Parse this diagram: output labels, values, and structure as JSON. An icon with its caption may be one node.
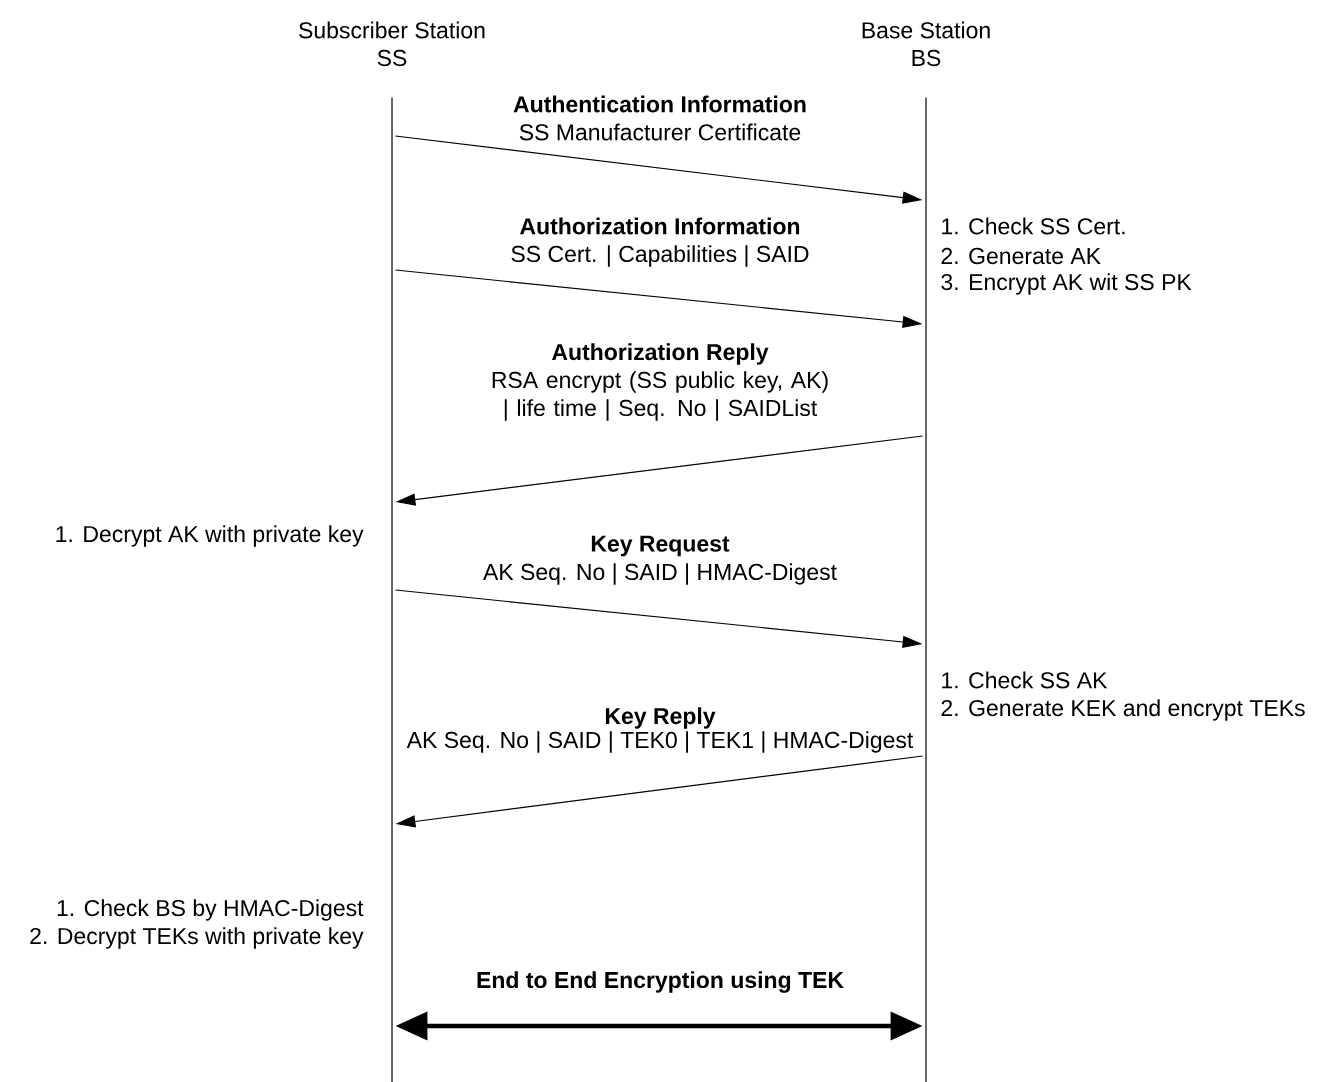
{
  "diagram": {
    "nodes": [
      {
        "text": [
          "Subscriber Station",
          "SS"
        ]
      },
      {
        "text": [
          "Base Station",
          "BS"
        ]
      }
    ],
    "edges": [
      {
        "from": 0,
        "to": 1,
        "arrow": "to",
        "label": "Authentication Information"
      },
      {
        "from": 0,
        "to": 1,
        "arrow": "to",
        "label": "Authorization Information"
      },
      {
        "from": 1,
        "to": 0,
        "arrow": "to",
        "label": "Authorization Reply"
      },
      {
        "from": 0,
        "to": 1,
        "arrow": "to",
        "label": "Key Request"
      },
      {
        "from": 1,
        "to": 0,
        "arrow": "to",
        "label": "Key Reply"
      },
      {
        "from": 0,
        "to": 1,
        "arrow": "both",
        "label": "End to End Encryption using TEK",
        "style": "thick"
      }
    ],
    "labels": [
      "SS Manufacturer Certificate",
      "SS Cert. | Capabilities | SAID",
      "1. Check SS Cert.",
      "2. Generate AK",
      "3. Encrypt AK wit SS PK",
      "RSA encrypt (SS public key, AK) | life time | Seq. No | SAIDList",
      "1. Decrypt AK with private key",
      "AK Seq. No | SAID | HMAC-Digest",
      "1. Check SS AK",
      "2. Generate KEK and encrypt TEKs",
      "AK Seq. No | SAID | TEK0 | TEK1 | HMAC-Digest",
      "1. Check BS by HMAC-Digest",
      "2. Decrypt TEKs with private key"
    ]
  }
}
